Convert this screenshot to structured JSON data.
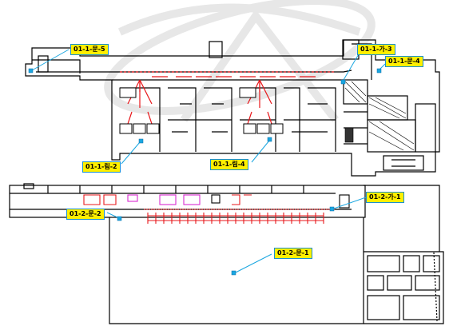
{
  "labels": {
    "r1_moon5": "01-1-문-5",
    "r1_ga3": "01-1-가-3",
    "r1_moon4": "01-1-문-4",
    "r1_rim2": "01-1-림-2",
    "r1_rim4": "01-1-림-4",
    "r2_ga1": "01-2-가-1",
    "r2_moon2": "01-2-문-2",
    "r2_moon1": "01-2-문-1"
  },
  "colors": {
    "wall": "#000000",
    "marker": "#1aa6e0",
    "label_bg": "#ffef00",
    "label_border": "#1a8fd0",
    "equipment": "#e8171b",
    "equipment_alt": "#d92ad0",
    "watermark": "#d8d8d8"
  }
}
